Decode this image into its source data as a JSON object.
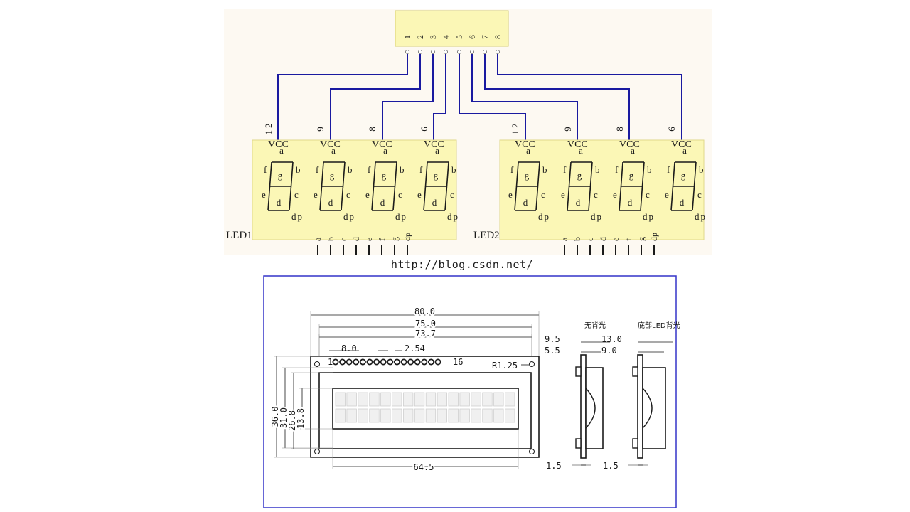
{
  "schematic": {
    "connector_pins": [
      "1",
      "2",
      "3",
      "4",
      "5",
      "6",
      "7",
      "8"
    ],
    "modules": [
      {
        "label": "LED1",
        "common_pins": [
          "12",
          "9",
          "8",
          "6"
        ],
        "bottom_pins": [
          "a",
          "b",
          "c",
          "d",
          "e",
          "f",
          "g",
          "dp"
        ]
      },
      {
        "label": "LED2",
        "common_pins": [
          "12",
          "9",
          "8",
          "6"
        ],
        "bottom_pins": [
          "a",
          "b",
          "c",
          "d",
          "e",
          "f",
          "g",
          "dp"
        ]
      }
    ],
    "digit_labels": {
      "vcc": "VCC",
      "a": "a",
      "b": "b",
      "c": "c",
      "d": "d",
      "e": "e",
      "f": "f",
      "g": "g",
      "dp": "dp"
    },
    "colors": {
      "wire": "#1a1aa0",
      "module_fill": "#fbf7b6",
      "board_fill": "#fdf9f2"
    }
  },
  "watermark": "http://blog.csdn.net/",
  "lcd_drawing": {
    "dims_top": [
      "80.0",
      "75.0",
      "73.7"
    ],
    "pin_pitch": [
      "8.0",
      "2.54"
    ],
    "pin_first": "1",
    "pin_last": "16",
    "radius": "R1.25",
    "dims_left": [
      "36.0",
      "31.0",
      "26.8",
      "13.8"
    ],
    "dim_bottom": "64.5",
    "char_rows": 2,
    "char_cols": 16,
    "side_views": [
      {
        "title": "无背光",
        "dims": [
          "9.5",
          "5.5"
        ],
        "bottom_dim": "1.5"
      },
      {
        "title": "底部LED背光",
        "dims": [
          "13.0",
          "9.0"
        ],
        "bottom_dim": "1.5"
      }
    ],
    "colors": {
      "frame": "#3434c8"
    }
  }
}
